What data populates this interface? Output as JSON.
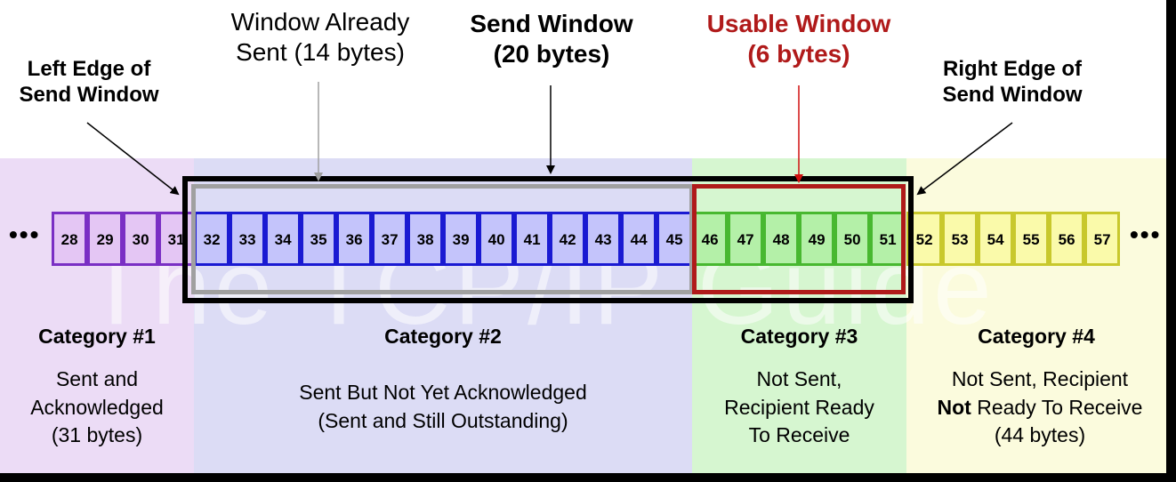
{
  "labels": {
    "left_edge": [
      "Left Edge of",
      "Send Window"
    ],
    "right_edge": [
      "Right Edge of",
      "Send Window"
    ],
    "already_sent": [
      "Window Already",
      "Sent (14 bytes)"
    ],
    "send_window": [
      "Send Window",
      "(20 bytes)"
    ],
    "usable_window": [
      "Usable Window",
      "(6 bytes)"
    ]
  },
  "ellipsis": "•••",
  "watermark": "The TCP/IP Guide",
  "categories": [
    {
      "title": "Category #1",
      "description": [
        "Sent and",
        "Acknowledged",
        "(31 bytes)"
      ],
      "bytes": [
        "28",
        "29",
        "30",
        "31"
      ],
      "color": "#7a2fc4"
    },
    {
      "title": "Category #2",
      "description": [
        "Sent But Not Yet Acknowledged",
        "(Sent and Still Outstanding)"
      ],
      "bytes": [
        "32",
        "33",
        "34",
        "35",
        "36",
        "37",
        "38",
        "39",
        "40",
        "41",
        "42",
        "43",
        "44",
        "45"
      ],
      "color": "#1a1ad2"
    },
    {
      "title": "Category #3",
      "description": [
        "Not Sent,",
        "Recipient Ready",
        "To Receive"
      ],
      "bytes": [
        "46",
        "47",
        "48",
        "49",
        "50",
        "51"
      ],
      "color": "#48b830"
    },
    {
      "title": "Category #4",
      "description_line1": "Not Sent, Recipient",
      "description_line2_bold": "Not",
      "description_line2_rest": " Ready To Receive",
      "description_line3": "(44 bytes)",
      "bytes": [
        "52",
        "53",
        "54",
        "55",
        "56",
        "57"
      ],
      "color": "#c8c82c"
    }
  ],
  "colors": {
    "send_window_border": "#000000",
    "already_sent_border": "#a0a0a0",
    "usable_window_border": "#b01a1a"
  }
}
